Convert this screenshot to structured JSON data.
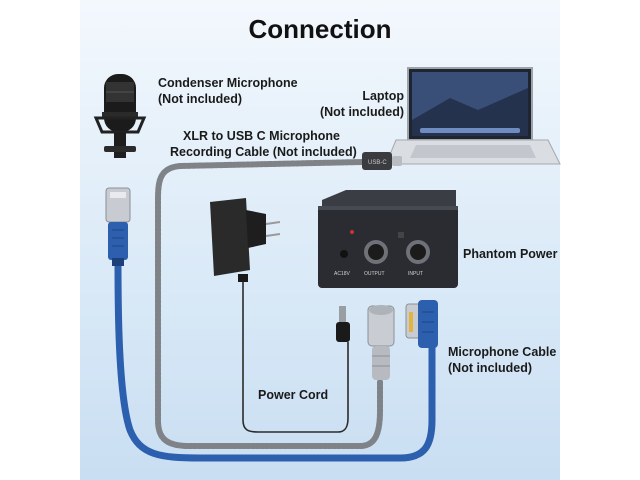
{
  "title": "Connection",
  "labels": {
    "mic_name": "Condenser Microphone",
    "mic_note": "(Not included)",
    "laptop_name": "Laptop",
    "laptop_note": "(Not included)",
    "cable_line1": "XLR to USB C Microphone",
    "cable_line2": "Recording Cable (Not included)",
    "phantom": "Phantom Power",
    "power_cord": "Power Cord",
    "mic_cable_line1": "Microphone Cable",
    "mic_cable_line2": "(Not included)"
  },
  "box_labels": {
    "ac": "AC18V",
    "output": "OUTPUT",
    "input": "INPUT"
  },
  "colors": {
    "blue_cable": "#2c5fae",
    "braid": "#7f8388",
    "box": "#2a2c31",
    "background": "#dceaf6"
  },
  "icons": [
    "microphone-icon",
    "laptop-icon",
    "power-adapter-icon",
    "phantom-power-box-icon",
    "xlr-connector-icon",
    "usb-c-plug-icon",
    "dc-plug-icon"
  ]
}
